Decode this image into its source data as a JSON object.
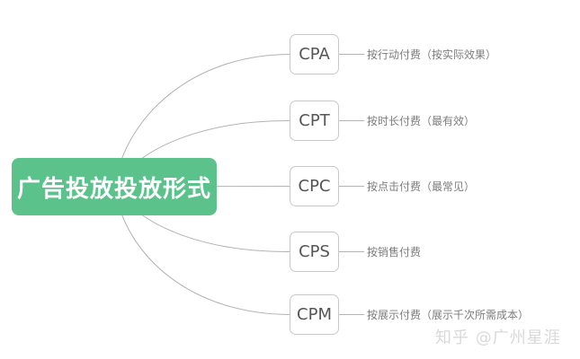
{
  "root": {
    "label": "广告投放投放形式"
  },
  "branches": [
    {
      "label": "CPA",
      "description": "按行动付费（按实际效果）"
    },
    {
      "label": "CPT",
      "description": "按时长付费（最有效）"
    },
    {
      "label": "CPC",
      "description": "按点击付费（最常见）"
    },
    {
      "label": "CPS",
      "description": "按销售付费"
    },
    {
      "label": "CPM",
      "description": "按展示付费（展示千次所需成本）"
    }
  ],
  "watermark": "知乎 @广州星涯",
  "colors": {
    "green": "#5cc28c",
    "line": "#b3b3b3",
    "branch_border": "#c9c9c9",
    "branch_text": "#555555",
    "description_text": "#7d7d7d",
    "watermark_text": "#d9d9d9",
    "root_text": "#ffffff"
  }
}
